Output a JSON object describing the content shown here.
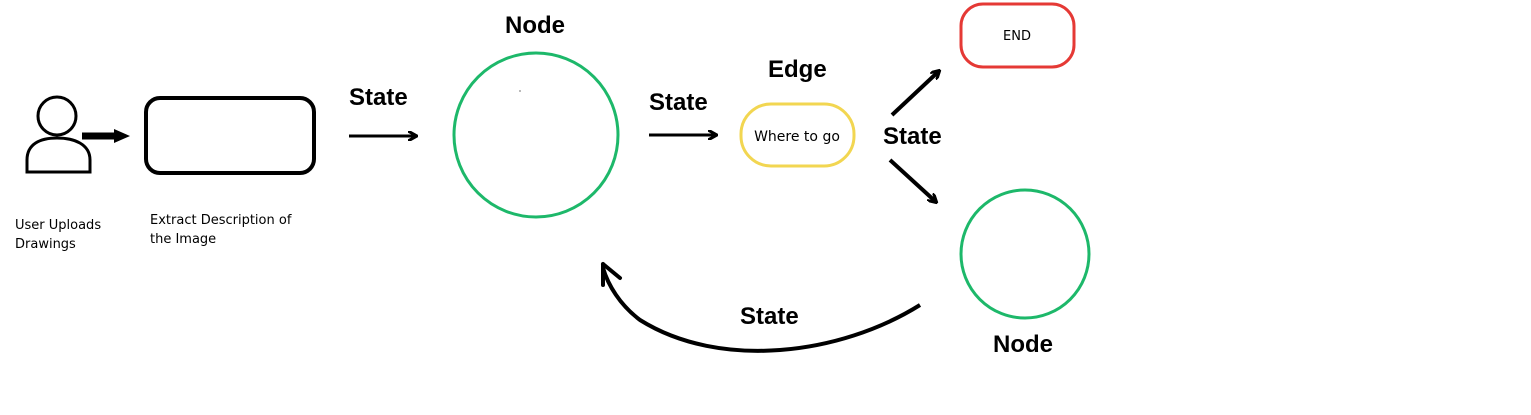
{
  "colors": {
    "node": "#1db86a",
    "edge": "#f2d651",
    "end": "#e53935",
    "stroke": "#000000"
  },
  "labels": {
    "node_top": "Node",
    "node_bottom": "Node",
    "edge": "Edge",
    "state_1": "State",
    "state_2": "State",
    "state_3": "State",
    "state_4": "State",
    "end": "END",
    "where_to_go": "Where to go",
    "user_uploads_line1": "User Uploads",
    "user_uploads_line2": "Drawings",
    "extract_line1": "Extract Description of",
    "extract_line2": "the Image"
  },
  "icons": {
    "user": "user-icon"
  }
}
